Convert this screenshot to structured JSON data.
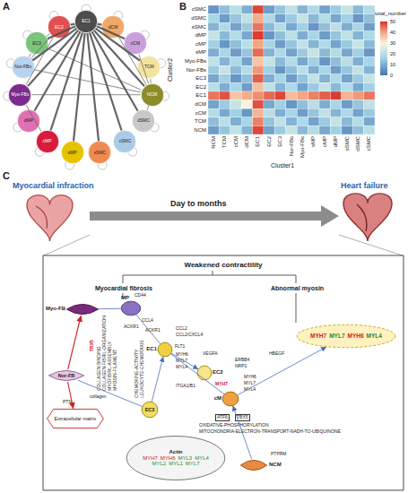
{
  "diagram": {
    "nodes": [
      {
        "text": [
          "EC1"
        ]
      },
      {
        "text": [
          "dCM"
        ]
      },
      {
        "text": [
          "cCM"
        ]
      },
      {
        "text": [
          "TCM"
        ]
      },
      {
        "text": [
          "NCM"
        ]
      },
      {
        "text": [
          "dSMC"
        ]
      },
      {
        "text": [
          "cSMC"
        ]
      },
      {
        "text": [
          "sSMC"
        ]
      },
      {
        "text": [
          "sMP"
        ]
      },
      {
        "text": [
          "cMP"
        ]
      },
      {
        "text": [
          "dMP"
        ]
      },
      {
        "text": [
          "Myo-FBs"
        ]
      },
      {
        "text": [
          "Nor-FBs"
        ]
      },
      {
        "text": [
          "EC3"
        ]
      },
      {
        "text": [
          "EC2"
        ]
      },
      {
        "text": [
          "Weakened contractility"
        ]
      },
      {
        "text": [
          "Myo-FB"
        ],
        "in": 15
      },
      {
        "text": [
          "MP"
        ],
        "in": 15
      },
      {
        "text": [
          "MYH7",
          "MYL7",
          "MYH6",
          "MYL4"
        ],
        "in": 15
      },
      {
        "text": [
          "EC1"
        ],
        "in": 15
      },
      {
        "text": [
          "EC2"
        ],
        "in": 15
      },
      {
        "text": [
          "Nor-FB"
        ],
        "in": 15
      },
      {
        "text": [
          "EC3"
        ],
        "in": 15
      },
      {
        "text": [
          "Extracellular matrix"
        ],
        "in": 15
      },
      {
        "text": [
          "cM"
        ],
        "in": 15
      },
      {
        "text": [
          "Actin",
          "MYH7",
          "MYH6",
          "MYL3",
          "MYL4",
          "MYL2",
          "MYL1",
          "MYL7"
        ],
        "in": 15
      },
      {
        "text": [
          "NCM"
        ],
        "in": 15
      }
    ],
    "edges": [
      {
        "from": 0,
        "to": 1,
        "arrow": "none"
      },
      {
        "from": 0,
        "to": 2,
        "arrow": "none"
      },
      {
        "from": 0,
        "to": 3,
        "arrow": "none"
      },
      {
        "from": 0,
        "to": 4,
        "arrow": "none"
      },
      {
        "from": 0,
        "to": 5,
        "arrow": "none"
      },
      {
        "from": 0,
        "to": 6,
        "arrow": "none"
      },
      {
        "from": 0,
        "to": 7,
        "arrow": "none"
      },
      {
        "from": 0,
        "to": 8,
        "arrow": "none"
      },
      {
        "from": 0,
        "to": 9,
        "arrow": "none"
      },
      {
        "from": 0,
        "to": 10,
        "arrow": "none"
      },
      {
        "from": 0,
        "to": 11,
        "arrow": "none"
      },
      {
        "from": 0,
        "to": 12,
        "arrow": "none"
      },
      {
        "from": 0,
        "to": 13,
        "arrow": "none"
      },
      {
        "from": 0,
        "to": 14,
        "arrow": "none"
      },
      {
        "from": 4,
        "to": 1,
        "arrow": "none"
      },
      {
        "from": 4,
        "to": 2,
        "arrow": "none"
      },
      {
        "from": 4,
        "to": 3,
        "arrow": "none"
      },
      {
        "from": 4,
        "to": 5,
        "arrow": "none"
      },
      {
        "from": 4,
        "to": 11,
        "arrow": "none"
      },
      {
        "from": 4,
        "to": 12,
        "arrow": "none"
      },
      {
        "from": 4,
        "to": 13,
        "arrow": "none"
      },
      {
        "from": 14,
        "to": 12,
        "arrow": "none"
      },
      {
        "from": 14,
        "to": 13,
        "arrow": "none"
      },
      {
        "from": 14,
        "to": 11,
        "arrow": "none"
      },
      {
        "from": 13,
        "to": 12,
        "arrow": "none"
      },
      {
        "from": 9,
        "to": 11,
        "arrow": "none"
      },
      {
        "from": 21,
        "to": 16,
        "arrow": "to"
      },
      {
        "from": 22,
        "to": 19,
        "arrow": "to"
      },
      {
        "from": 19,
        "to": 20,
        "arrow": "to"
      },
      {
        "from": 26,
        "to": 24,
        "arrow": "to"
      },
      {
        "from": 24,
        "to": 18,
        "arrow": "to"
      },
      {
        "from": 17,
        "to": 19,
        "arrow": "none"
      },
      {
        "from": 17,
        "to": 16,
        "arrow": "none"
      },
      {
        "from": 19,
        "to": 24,
        "arrow": "none"
      },
      {
        "from": 22,
        "to": 21,
        "arrow": "none"
      },
      {
        "from": 21,
        "to": 23,
        "arrow": "to"
      }
    ],
    "labels": [
      "A",
      "B",
      "Cluster2",
      "Cluster1",
      "total_number",
      "50",
      "40",
      "30",
      "20",
      "10",
      "0",
      "cSMC",
      "dSMC",
      "sSMC",
      "dMP",
      "cMP",
      "sMP",
      "Myo-FBs",
      "Nor-FBs",
      "EC3",
      "EC2",
      "EC1",
      "dCM",
      "cCM",
      "TCM",
      "NCM",
      "NCM",
      "TCM",
      "cCM",
      "dCM",
      "EC1",
      "EC2",
      "EC3",
      "Nor-FBs",
      "Myo-FBs",
      "sMP",
      "cMP",
      "dMP",
      "sSMC",
      "dSMC",
      "cSMC",
      "C",
      "Myocardial infraction",
      "Heart failure",
      "Day to months",
      "Myocardial fibrosis",
      "Abnormal myosin",
      "CD44",
      "CCL4",
      "ACKR1",
      "CCL2",
      "CCL2/CXCL4",
      "ACKR1",
      "FLT1",
      "MYH6",
      "MYL7",
      "MYL4",
      "ITGA1/B1",
      "collagen",
      "PTN",
      "VEGFA",
      "HBEGF",
      "ERBB4",
      "NRP1",
      "MYH6",
      "MYL7",
      "MYL4",
      "MYH7",
      "ATF6",
      "TBX5",
      "OXIDATIVE-PHOSPHORYLATION",
      "MITOCHONDRIA-ELECTRON-TRANSPORT-NADH-TO-UBIQUINONE",
      "PTPRM",
      "TBX5",
      "COLLAGEN-BINDING",
      "COLLAGEN-FIBRIL-ORGANIZATION",
      "MYOFIBRIL-ASSEMBLY",
      "MYOSIN-FILAMENT",
      "CHEMOKINE-ACTIVITY",
      "LEUKOCYTE-CHEMOTAXIS"
    ]
  }
}
